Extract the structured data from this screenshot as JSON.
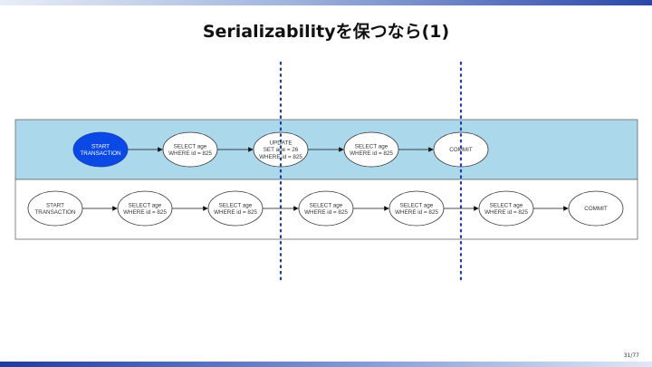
{
  "title": "Serializabilityを保つなら(1)",
  "page_number": "31/77",
  "colors": {
    "top_lane": "#acd8ec",
    "highlight_node": "#0a49e6",
    "divider": "#1f3ea8"
  },
  "transactions": [
    {
      "lane": "top",
      "nodes": [
        {
          "lines": [
            "START",
            "TRANSACTION"
          ],
          "highlighted": true
        },
        {
          "lines": [
            "SELECT age",
            "WHERE id = 825"
          ]
        },
        {
          "lines": [
            "UPDATE",
            "SET age = 26",
            "WHERE id = 825"
          ]
        },
        {
          "lines": [
            "SELECT age",
            "WHERE id = 825"
          ]
        },
        {
          "lines": [
            "COMMIT"
          ]
        }
      ]
    },
    {
      "lane": "bottom",
      "nodes": [
        {
          "lines": [
            "START",
            "TRANSACTION"
          ]
        },
        {
          "lines": [
            "SELECT age",
            "WHERE id = 825"
          ]
        },
        {
          "lines": [
            "SELECT age",
            "WHERE id = 825"
          ]
        },
        {
          "lines": [
            "SELECT age",
            "WHERE id = 825"
          ]
        },
        {
          "lines": [
            "SELECT age",
            "WHERE id = 825"
          ]
        },
        {
          "lines": [
            "SELECT age",
            "WHERE id = 825"
          ]
        },
        {
          "lines": [
            "COMMIT"
          ]
        }
      ]
    }
  ]
}
